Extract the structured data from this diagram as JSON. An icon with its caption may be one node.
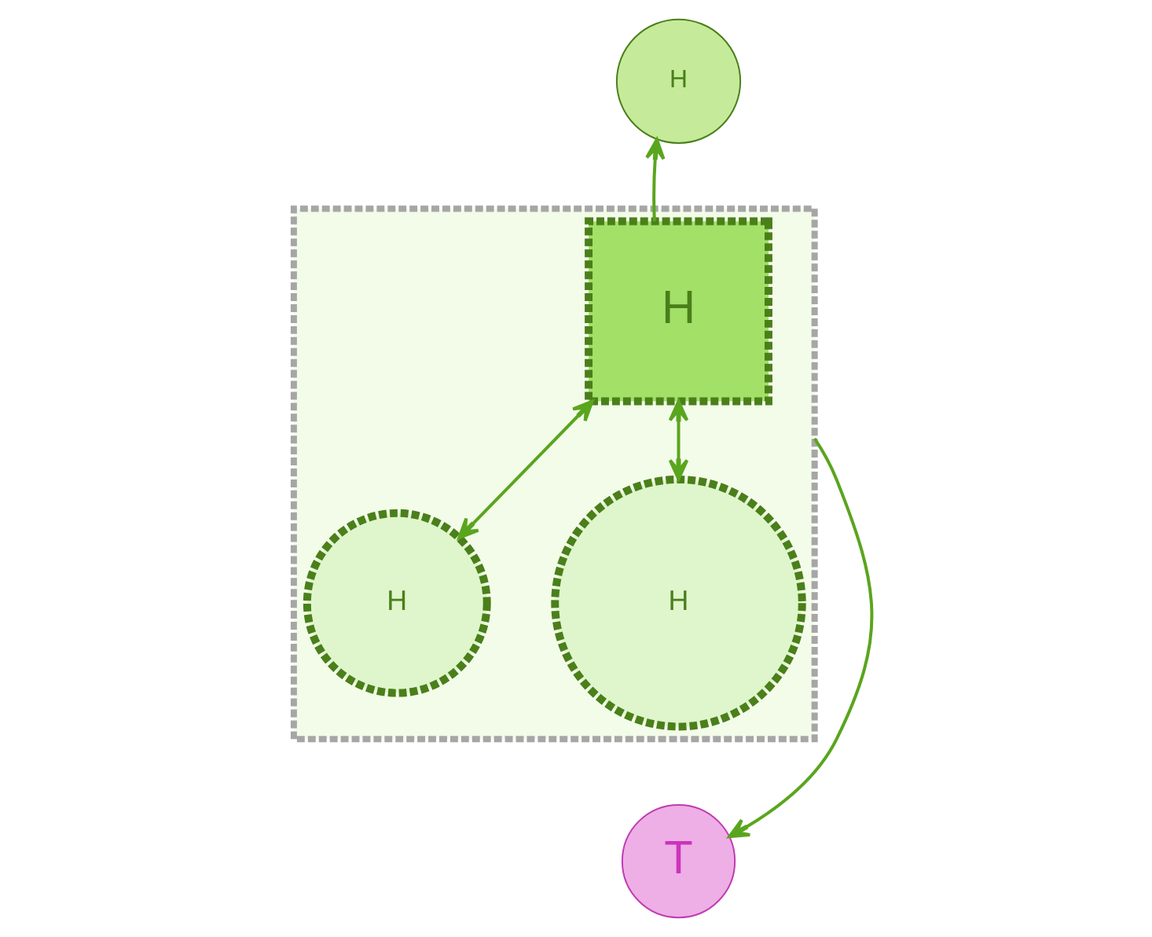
{
  "diagram": {
    "nodes": [
      {
        "text": [
          "H"
        ]
      },
      {
        "text": [],
        "shape": "box"
      },
      {
        "text": [
          "H"
        ],
        "in": 1
      },
      {
        "text": [
          "H"
        ],
        "in": 1
      },
      {
        "text": [
          "H"
        ],
        "in": 1
      },
      {
        "text": [
          "T"
        ]
      }
    ],
    "edges": [
      {
        "from": 2,
        "to": 0,
        "arrow": "to"
      },
      {
        "from": 2,
        "to": 3,
        "arrow": "both"
      },
      {
        "from": 2,
        "to": 4,
        "arrow": "both"
      },
      {
        "from": 1,
        "to": 5,
        "arrow": "to"
      }
    ]
  }
}
